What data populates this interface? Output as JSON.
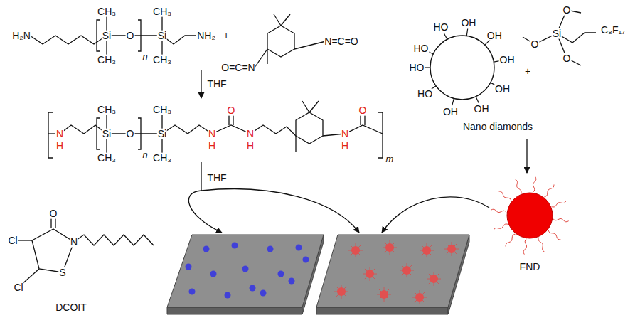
{
  "diagram": {
    "nodes": [
      {
        "text": [
          "HO",
          "HO",
          "OH",
          "OH",
          "OH",
          "OH",
          "OH",
          "OH",
          "HO",
          "HO",
          "Nano diamonds"
        ]
      },
      {
        "text": [
          "FND"
        ]
      }
    ],
    "edges": [
      {
        "from": 0,
        "to": 1,
        "arrow": "to"
      }
    ],
    "labels": [
      "H₂N",
      "CH₃",
      "Si",
      "CH₃",
      "O",
      "n",
      "CH₃",
      "Si",
      "CH₃",
      "NH₂",
      "+",
      "O=C=N",
      "N=C=O",
      "THF",
      "N",
      "H",
      "CH₃",
      "Si",
      "CH₃",
      "O",
      "n",
      "CH₃",
      "Si",
      "CH₃",
      "N",
      "H",
      "O",
      "N",
      "H",
      "N",
      "H",
      "O",
      "m",
      "THF",
      "O",
      "Cl",
      "N",
      "Cl",
      "S",
      "DCOIT",
      "+",
      "O",
      "O",
      "Si",
      "O",
      "C₈F₁₇"
    ]
  }
}
